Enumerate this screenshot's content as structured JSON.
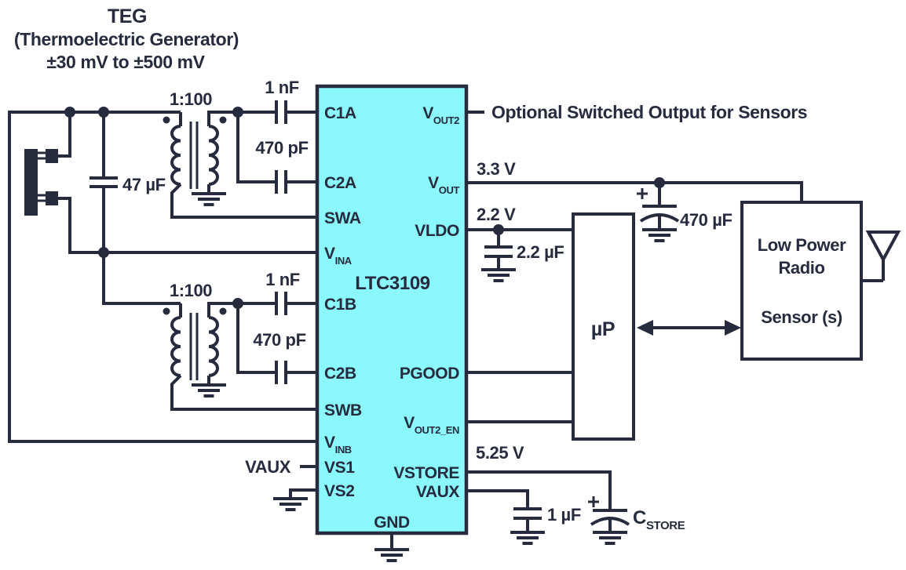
{
  "colors": {
    "line": "#262c3e",
    "ic_fill": "#8af8fc",
    "background": "#ffffff"
  },
  "teg": {
    "name": "TEG",
    "description": "(Thermoelectric Generator)",
    "voltage_range": "±30 mV to ±500 mV"
  },
  "transformers": {
    "a_ratio": "1:100",
    "b_ratio": "1:100"
  },
  "capacitors": {
    "input_cap": "47 µF",
    "c1a_cap": "1 nF",
    "c2a_cap": "470 pF",
    "c1b_cap": "1 nF",
    "c2b_cap": "470 pF",
    "vout_cap": "470 µF",
    "vldo_cap": "2.2 µF",
    "vaux_cap": "1 µF",
    "store_cap_main": "C",
    "store_cap_sub": "STORE"
  },
  "ic": {
    "name": "LTC3109",
    "pins_left": [
      {
        "main": "C1A",
        "sub": ""
      },
      {
        "main": "C2A",
        "sub": ""
      },
      {
        "main": "SWA",
        "sub": ""
      },
      {
        "main": "V",
        "sub": "INA"
      },
      {
        "main": "C1B",
        "sub": ""
      },
      {
        "main": "C2B",
        "sub": ""
      },
      {
        "main": "SWB",
        "sub": ""
      },
      {
        "main": "V",
        "sub": "INB"
      },
      {
        "main": "VS1",
        "sub": ""
      },
      {
        "main": "VS2",
        "sub": ""
      }
    ],
    "gnd_pin": "GND",
    "pins_right": [
      {
        "main": "V",
        "sub": "OUT2"
      },
      {
        "main": "V",
        "sub": "OUT"
      },
      {
        "main": "VLDO",
        "sub": ""
      },
      {
        "main": "PGOOD",
        "sub": ""
      },
      {
        "main": "V",
        "sub": "OUT2_EN"
      },
      {
        "main": "VSTORE",
        "sub": ""
      },
      {
        "main": "VAUX",
        "sub": ""
      }
    ]
  },
  "rails": {
    "vout2_note": "Optional Switched Output for Sensors",
    "vout_voltage": "3.3 V",
    "vldo_voltage": "2.2 V",
    "vstore_voltage": "5.25 V",
    "vs1_source": "VAUX"
  },
  "blocks": {
    "mcu": "µP",
    "radio_line1": "Low Power",
    "radio_line2": "Radio",
    "radio_line3": "Sensor (s)"
  }
}
